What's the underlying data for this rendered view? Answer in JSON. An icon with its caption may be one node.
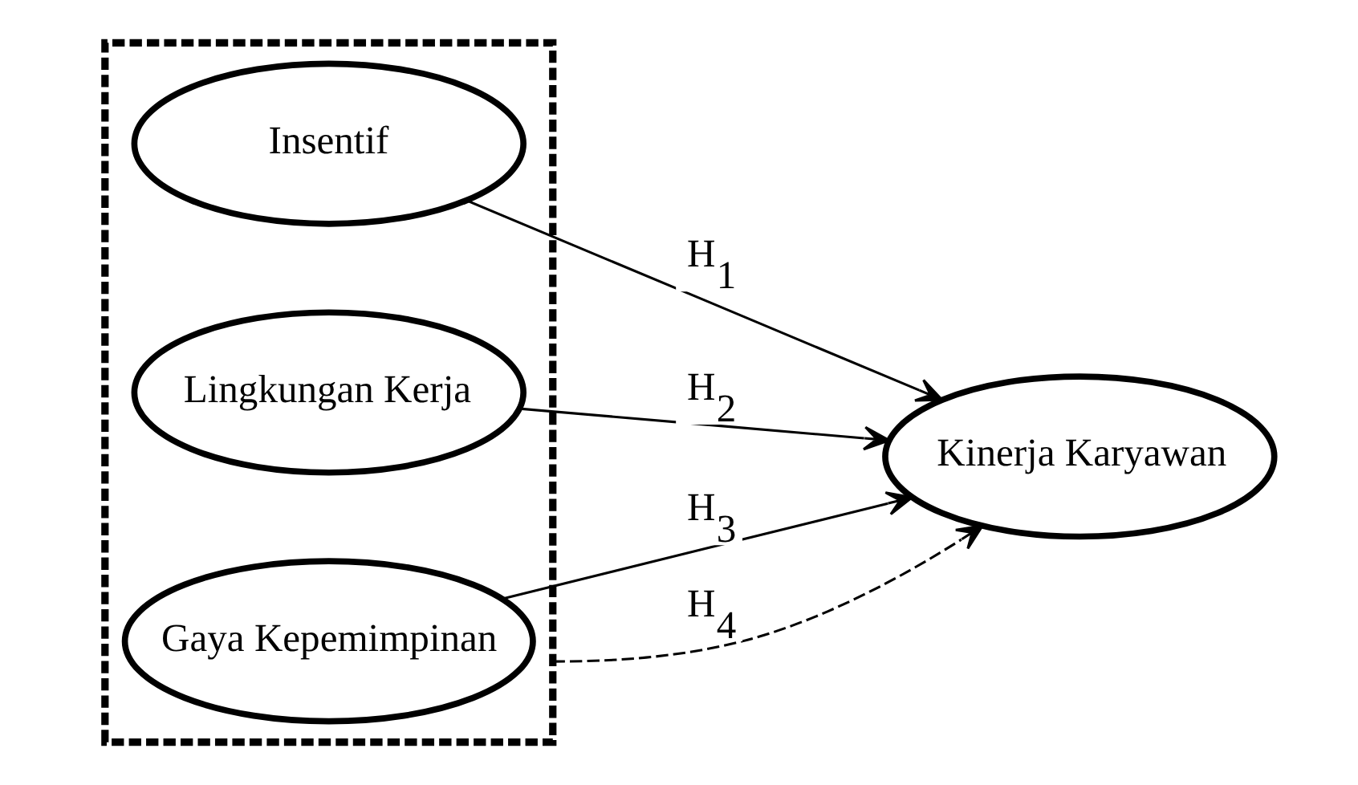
{
  "diagram": {
    "nodes": [
      {
        "text": [],
        "shape": "box"
      },
      {
        "text": [
          "Insentif"
        ],
        "in": 0
      },
      {
        "text": [
          "Lingkungan Kerja"
        ],
        "in": 0
      },
      {
        "text": [
          "Gaya Kepemimpinan"
        ],
        "in": 0
      },
      {
        "text": [
          "Kinerja Karyawan"
        ]
      }
    ],
    "edges": [
      {
        "from": 1,
        "to": 4,
        "arrow": "to",
        "label": "H$_{1}$"
      },
      {
        "from": 2,
        "to": 4,
        "arrow": "to",
        "label": "H$_{2}$"
      },
      {
        "from": 3,
        "to": 4,
        "arrow": "to",
        "label": "H$_{3}$"
      },
      {
        "from": 0,
        "to": 4,
        "arrow": "to",
        "label": "H$_{4}$",
        "style": "dashed"
      }
    ]
  }
}
